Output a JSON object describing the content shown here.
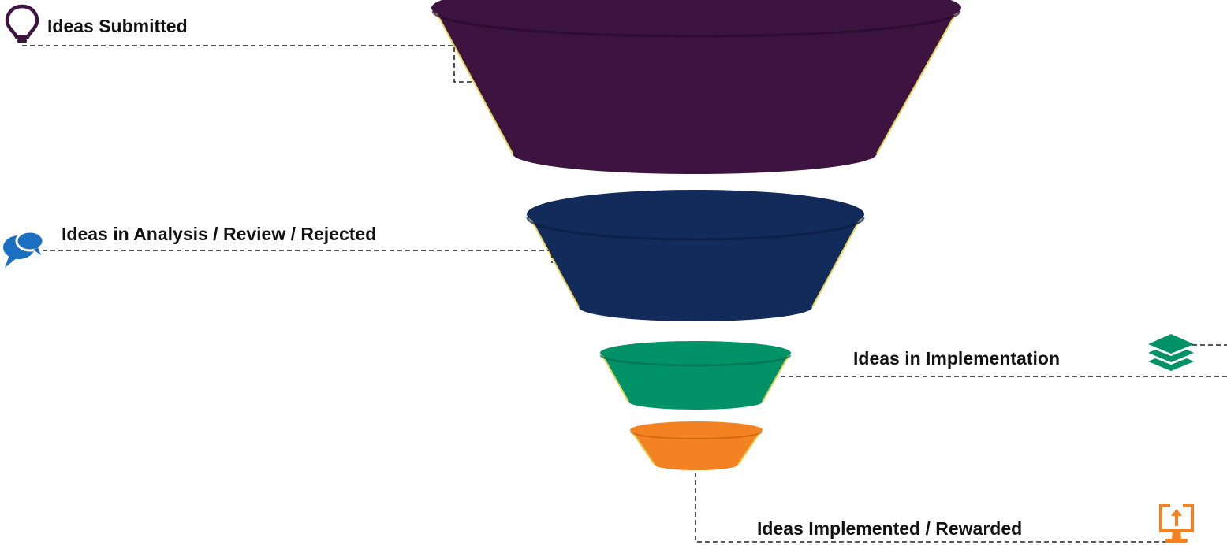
{
  "funnel": {
    "stages": [
      {
        "label": "Ideas Submitted",
        "color": "#3d1340",
        "icon": "lightbulb-icon",
        "icon_color": "#3d1340"
      },
      {
        "label": "Ideas in Analysis / Review / Rejected",
        "color": "#122b5a",
        "icon": "chat-bubbles-icon",
        "icon_color": "#1a6fc0"
      },
      {
        "label": "Ideas in Implementation",
        "color": "#009267",
        "icon": "layers-icon",
        "icon_color": "#009267"
      },
      {
        "label": "Ideas Implemented / Rewarded",
        "color": "#f38222",
        "icon": "monitor-upload-icon",
        "icon_color": "#f38222"
      }
    ],
    "edge_color": "#e6d25a",
    "connector_color": "#222222"
  }
}
